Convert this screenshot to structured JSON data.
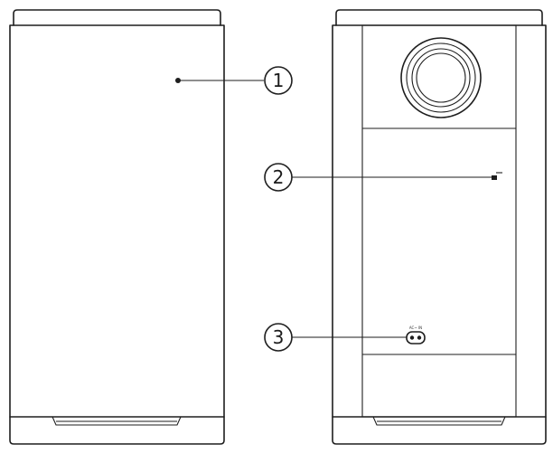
{
  "diagram": {
    "views": [
      "front",
      "rear"
    ],
    "callouts": [
      {
        "number": "1",
        "target": "front-panel"
      },
      {
        "number": "2",
        "target": "rear-led"
      },
      {
        "number": "3",
        "target": "ac-power-socket"
      }
    ],
    "socket_label": "AC~ IN"
  },
  "colors": {
    "line": "#1e1e1e",
    "background": "#ffffff"
  }
}
